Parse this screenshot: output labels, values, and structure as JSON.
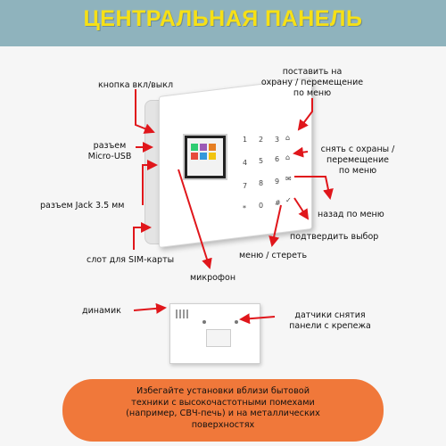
{
  "header": {
    "title": "ЦЕНТРАЛЬНАЯ ПАНЕЛЬ",
    "bg_color": "#8fb3bd",
    "title_color": "#f6e016"
  },
  "labels": {
    "power_button": "кнопка вкл/выкл",
    "usb_1": "разъем",
    "usb_2": "Micro-USB",
    "jack": "разъем Jack 3.5 мм",
    "sim": "слот для SIM-карты",
    "mic": "микрофон",
    "arm_1": "поставить на",
    "arm_2": "охрану / перемещение",
    "arm_3": "по меню",
    "disarm_1": "снять с охраны /",
    "disarm_2": "перемещение",
    "disarm_3": "по меню",
    "back": "назад по меню",
    "confirm": "подтвердить выбор",
    "menu": "меню / стереть",
    "speaker": "динамик",
    "tamper_1": "датчики снятия",
    "tamper_2": "панели с крепежа"
  },
  "keypad": [
    "1",
    "2",
    "3",
    "⌂",
    "4",
    "5",
    "6",
    "⌂",
    "7",
    "8",
    "9",
    "✉",
    "*",
    "0",
    "#",
    "✓"
  ],
  "warning": {
    "line1": "Избегайте установки вблизи бытовой",
    "line2": "техники с высокочастотными помехами",
    "line3": "(например, СВЧ-печь) и на металлических",
    "line4": "поверхностях",
    "color": "#f0783a"
  },
  "arrow_color": "#e0161b"
}
